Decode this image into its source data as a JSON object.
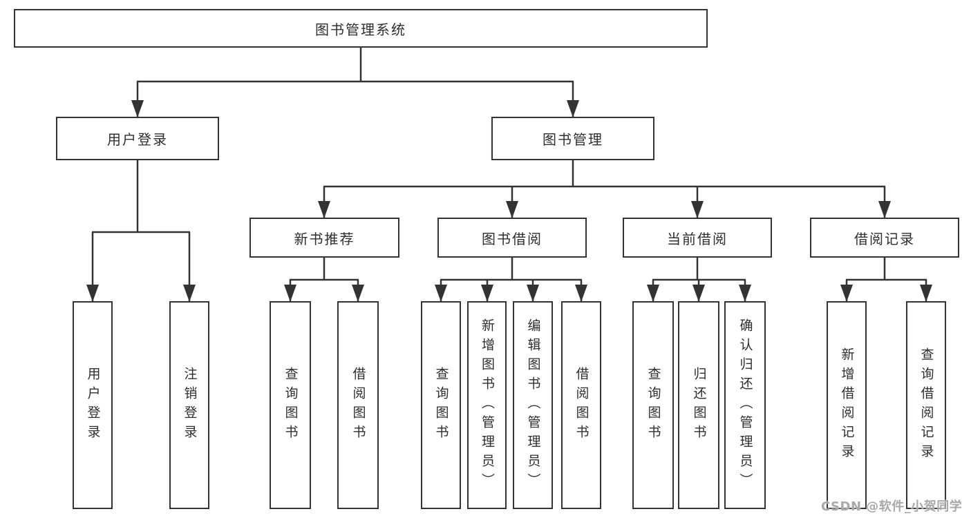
{
  "diagram": {
    "root_label": "图书管理系统",
    "level2": {
      "user_login": "用户登录",
      "book_mgmt": "图书管理"
    },
    "modules": [
      {
        "label": "新书推荐"
      },
      {
        "label": "图书借阅"
      },
      {
        "label": "当前借阅"
      },
      {
        "label": "借阅记录"
      }
    ],
    "user_login_children": [
      "用户登录",
      "注销登录"
    ],
    "new_books_children": [
      "查询图书",
      "借阅图书"
    ],
    "book_borrow_children": [
      "查询图书",
      "新增图书（管理员）",
      "编辑图书（管理员）",
      "借阅图书"
    ],
    "current_borrow_children": [
      "查询图书",
      "归还图书",
      "确认归还（管理员）"
    ],
    "borrow_records_children": [
      "新增借阅记录",
      "查询借阅记录"
    ]
  },
  "watermark": "CSDN @软件_小贺同学",
  "colors": {
    "line": "#333333",
    "text": "#2e2e2e",
    "watermark": "#a9a9a9",
    "background": "#ffffff"
  }
}
